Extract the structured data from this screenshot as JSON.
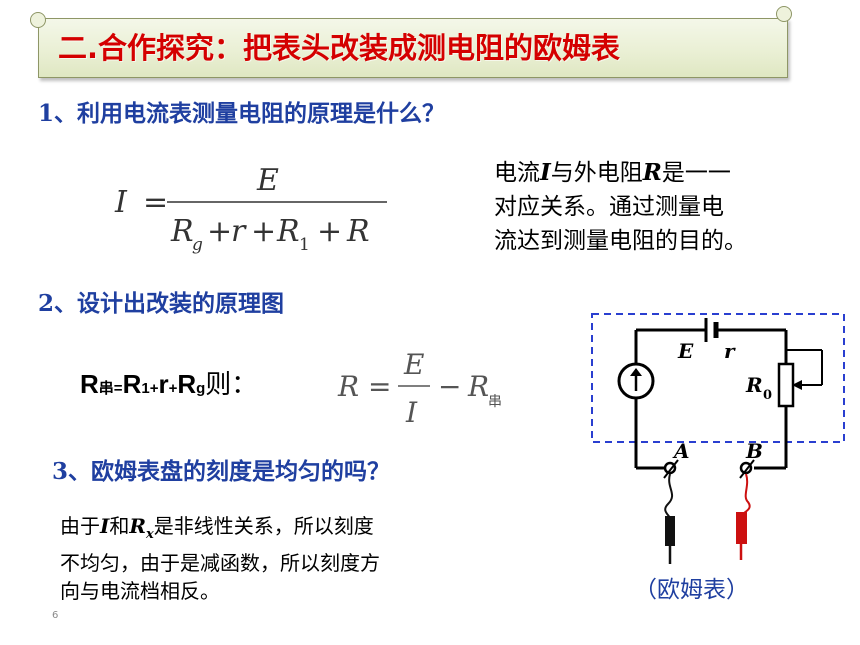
{
  "title": "二.合作探究：把表头改装成测电阻的欧姆表",
  "q1": {
    "heading": "1、利用电流表测量电阻的原理是什么？",
    "formula": {
      "lhs": "I",
      "eq": "=",
      "numerator": "E",
      "den_Rg_R": "R",
      "den_Rg_sub": "g",
      "den_plus1": "+",
      "den_r": "r",
      "den_plus2": "+",
      "den_R1_R": "R",
      "den_R1_sub": "1",
      "den_plus3": "+",
      "den_R": "R"
    },
    "explanation": {
      "part1": "电流",
      "I": "I",
      "part2": "与外电阻",
      "R": "R",
      "part3": "是一一",
      "line2": "对应关系。通过测量电",
      "line3": "流达到测量电阻的目的。"
    }
  },
  "q2": {
    "heading": "2、设计出改装的原理图",
    "r_series": {
      "R": "R",
      "sub_chuan": "串",
      "eq": "=",
      "R1": "R",
      "R1_sub": "1",
      "plus1": "+",
      "r": "r",
      "plus2": "+",
      "Rg": "R",
      "Rg_sub": "g",
      "then": "则："
    },
    "formula2": {
      "lhs": "R",
      "eq": "=",
      "num": "E",
      "den": "I",
      "minus": "−",
      "R": "R",
      "sub": "串"
    }
  },
  "q3": {
    "heading": "3、欧姆表盘的刻度是均匀的吗？",
    "answer": {
      "p1": "由于",
      "I": "I",
      "and": "和",
      "Rx": "R",
      "Rx_sub": "x",
      "p2": "是非线性关系，所以刻度",
      "line2": "不均匀，由于是减函数，所以刻度方",
      "line3": "向与电流档相反。"
    }
  },
  "circuit": {
    "label_E": "E",
    "label_r": "r",
    "label_R0": "R",
    "label_R0_sub": "0",
    "label_A": "A",
    "label_B": "B",
    "caption": "（欧姆表）",
    "lead_black": "#111111",
    "lead_red": "#cc1010",
    "frame_color": "#2a3fd0"
  },
  "page_number": "6"
}
